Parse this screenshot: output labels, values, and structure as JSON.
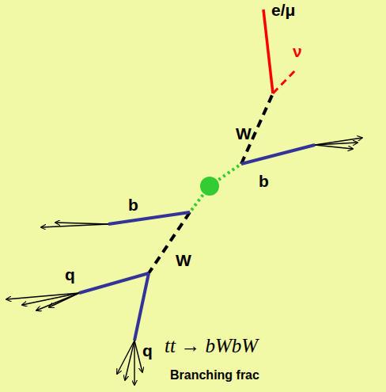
{
  "diagram": {
    "labels": [
      "e/μ",
      "ν",
      "W",
      "b",
      "b",
      "W",
      "q",
      "q",
      "tt → bWbW",
      "Branching frac"
    ]
  }
}
